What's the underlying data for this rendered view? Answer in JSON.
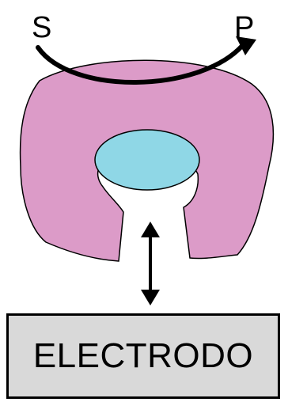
{
  "labels": {
    "start": "S",
    "end": "P",
    "electrode": "ELECTRODO"
  },
  "colors": {
    "body": "#dc9bc8",
    "core": "#8fd7e6",
    "electrode_fill": "#d9d9d9",
    "stroke": "#000000"
  },
  "icons": [
    "curved-arrow-icon",
    "double-arrow-icon"
  ]
}
